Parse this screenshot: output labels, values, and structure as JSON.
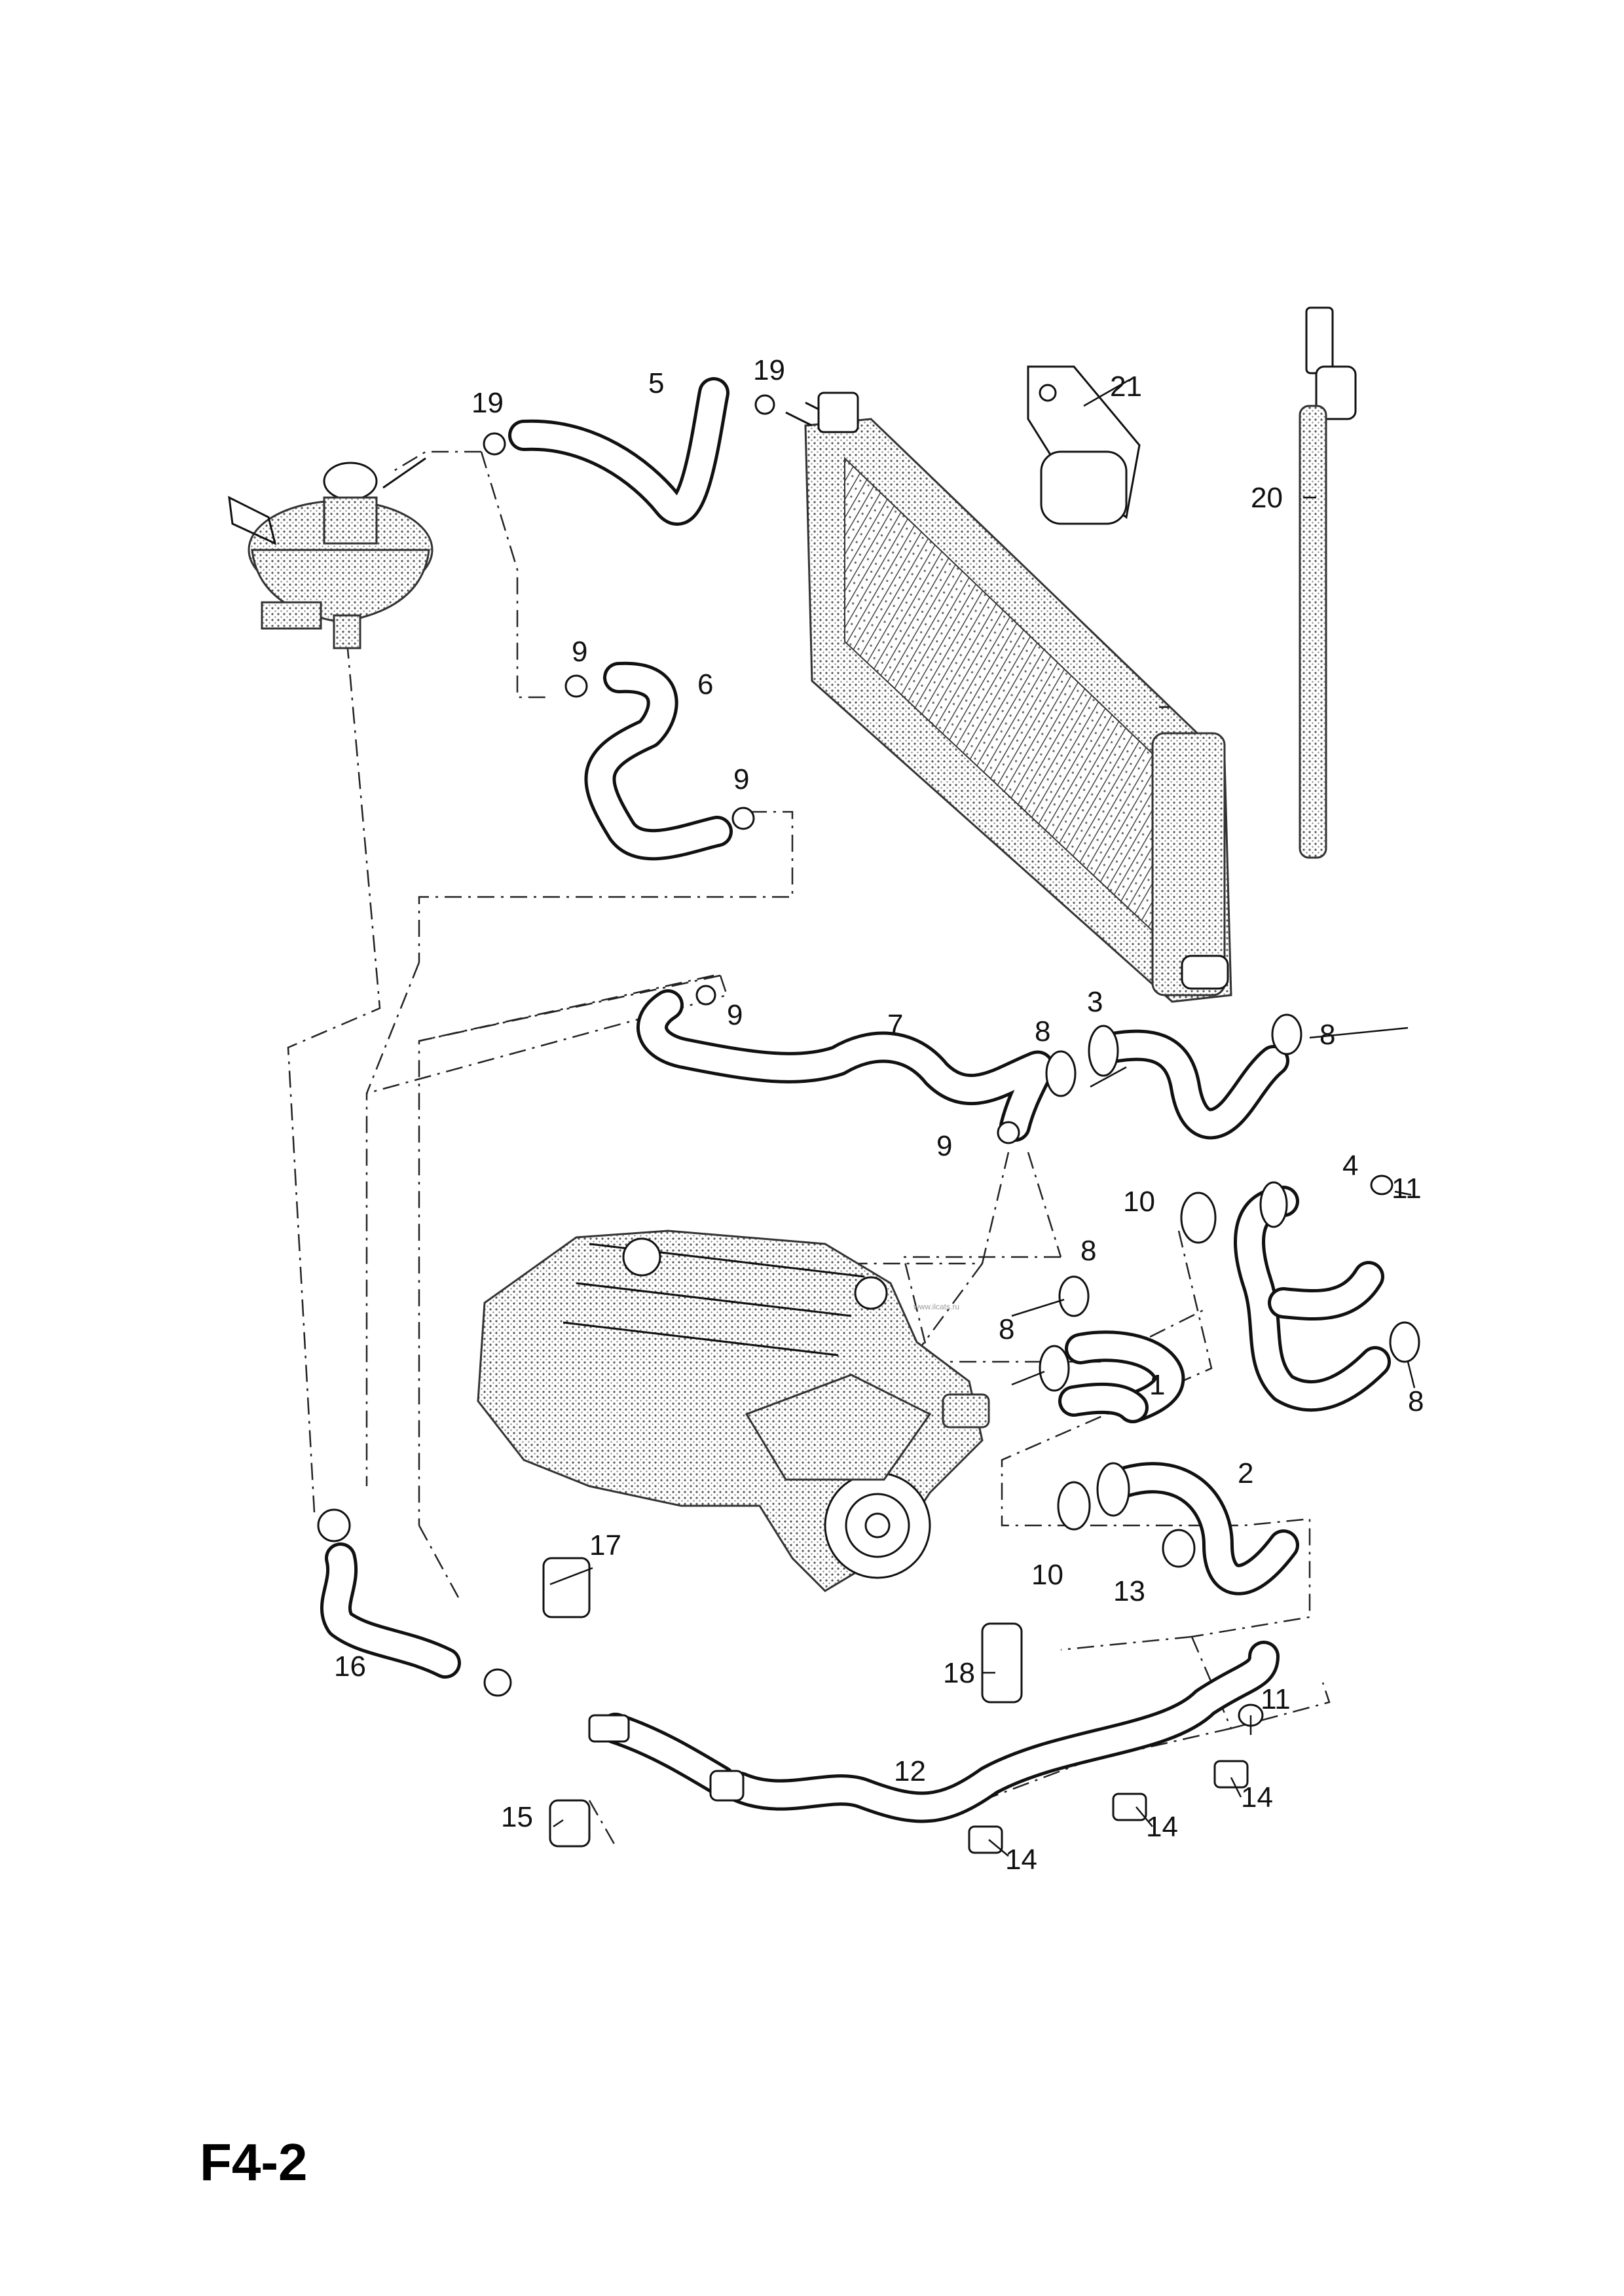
{
  "diagram": {
    "page_code": "F4-2",
    "watermark": "www.ilcats.ru",
    "callouts": [
      "1",
      "2",
      "3",
      "4",
      "5",
      "6",
      "7",
      "8",
      "9",
      "10",
      "11",
      "12",
      "13",
      "14",
      "15",
      "16",
      "17",
      "18",
      "19",
      "20",
      "21"
    ]
  }
}
